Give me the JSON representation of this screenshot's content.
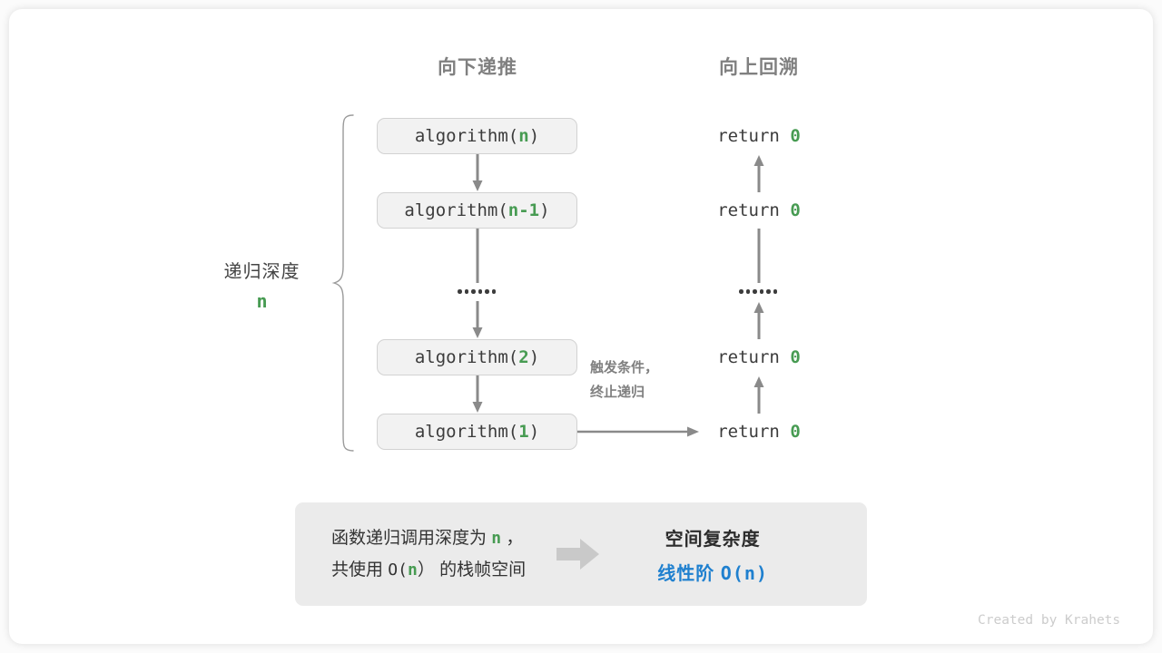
{
  "headers": {
    "down": "向下递推",
    "up": "向上回溯"
  },
  "depth_bracket": {
    "label": "递归深度",
    "value": "n"
  },
  "call_stack": [
    {
      "fn": "algorithm(",
      "arg": "n",
      "close": ")"
    },
    {
      "fn": "algorithm(",
      "arg": "n-1",
      "close": ")"
    },
    {
      "fn": "algorithm(",
      "arg": "2",
      "close": ")"
    },
    {
      "fn": "algorithm(",
      "arg": "1",
      "close": ")"
    }
  ],
  "ellipsis": "......",
  "returns": [
    {
      "kw": "return ",
      "val": "0"
    },
    {
      "kw": "return ",
      "val": "0"
    },
    {
      "kw": "return ",
      "val": "0"
    },
    {
      "kw": "return ",
      "val": "0"
    }
  ],
  "trigger_note": {
    "line1": "触发条件，",
    "line2": "终止递归"
  },
  "summary": {
    "left_line1_a": "函数递归调用深度为 ",
    "left_line1_n": "n",
    "left_line1_b": " ，",
    "left_line2_a": "共使用 ",
    "left_line2_O": "O(",
    "left_line2_n": "n",
    "left_line2_Oc": "）",
    "left_line2_b": " 的栈帧空间",
    "arrow_icon": "right-block-arrow",
    "right_title": "空间复杂度",
    "right_value_zh": "线性阶 ",
    "right_value_mono": "O(n)"
  },
  "credit": "Created by Krahets",
  "colors": {
    "green": "#479b52",
    "blue": "#1f80cf",
    "gray_text": "#808080",
    "dark_text": "#3c3c3c",
    "box_fill": "#f2f2f2",
    "box_border": "#d2d2d2",
    "panel_fill": "#ebebeb",
    "arrow": "#808080"
  }
}
